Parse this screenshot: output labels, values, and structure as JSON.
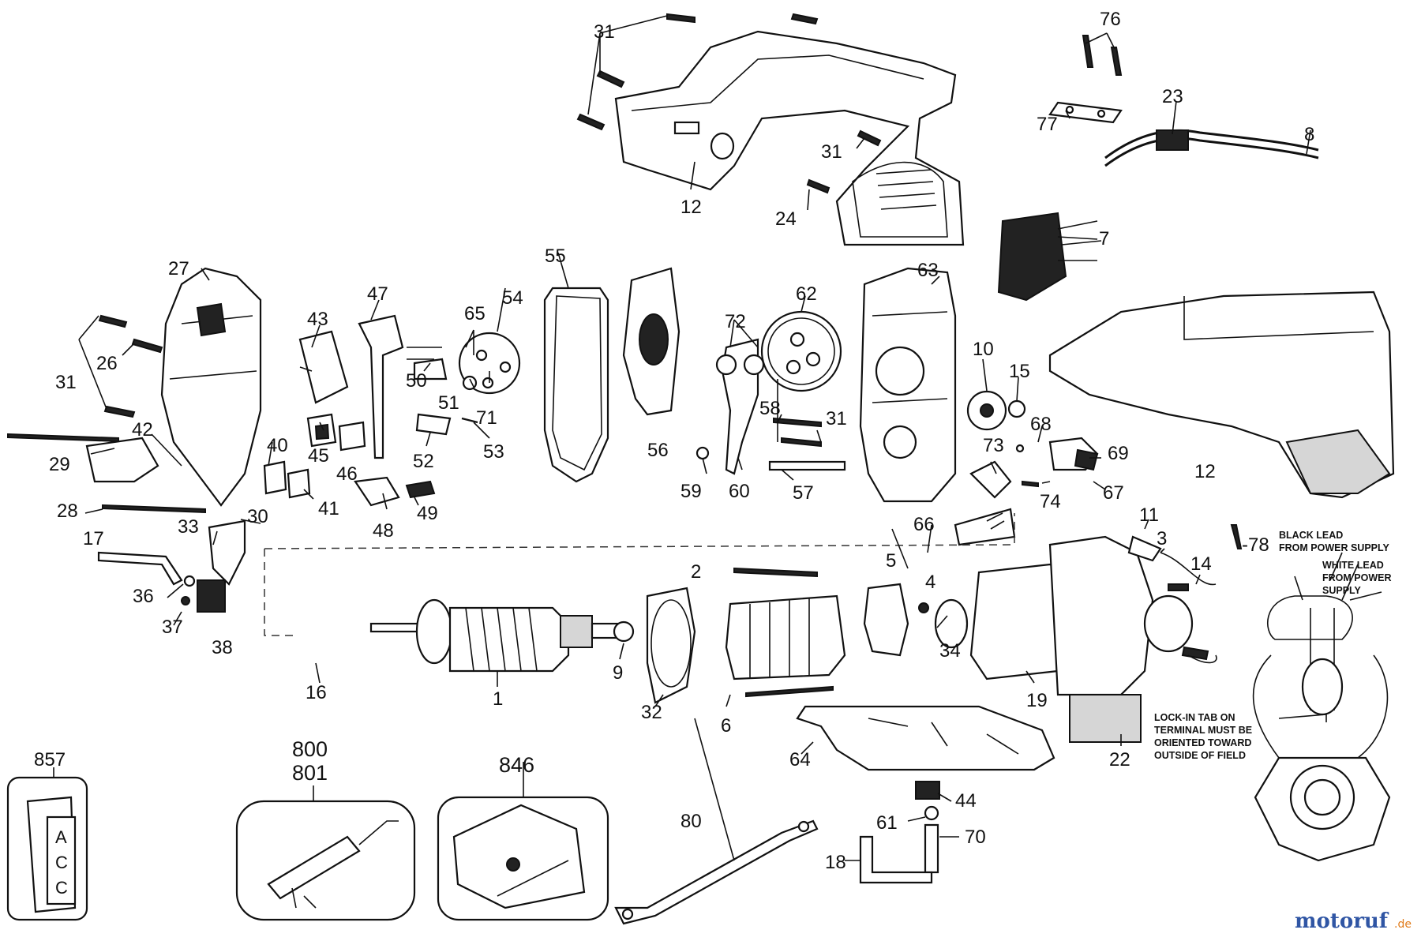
{
  "labels": {
    "l1": "1",
    "l2": "2",
    "l3": "3",
    "l4": "4",
    "l5": "5",
    "l6": "6",
    "l7": "7",
    "l8": "8",
    "l9": "9",
    "l10": "10",
    "l11": "11",
    "l12a": "12",
    "l12b": "12",
    "l14": "14",
    "l15": "15",
    "l16": "16",
    "l17": "17",
    "l18": "18",
    "l19": "19",
    "l22": "22",
    "l23": "23",
    "l24": "24",
    "l26": "26",
    "l27": "27",
    "l28": "28",
    "l29": "29",
    "l30": "30",
    "l31a": "31",
    "l31b": "31",
    "l31c": "31",
    "l31d": "31",
    "l32": "32",
    "l33": "33",
    "l34": "34",
    "l36": "36",
    "l37": "37",
    "l38": "38",
    "l40": "40",
    "l41": "41",
    "l42": "42",
    "l43": "43",
    "l44": "44",
    "l45": "45",
    "l46": "46",
    "l47": "47",
    "l48": "48",
    "l49": "49",
    "l50": "50",
    "l51": "51",
    "l52": "52",
    "l53": "53",
    "l54": "54",
    "l55": "55",
    "l56": "56",
    "l57": "57",
    "l58": "58",
    "l59": "59",
    "l60": "60",
    "l61": "61",
    "l62": "62",
    "l63": "63",
    "l64": "64",
    "l65": "65",
    "l66": "66",
    "l67": "67",
    "l68": "68",
    "l69": "69",
    "l70": "70",
    "l71": "71",
    "l72": "72",
    "l73": "73",
    "l74": "74",
    "l76": "76",
    "l77": "77",
    "l78": "-78",
    "l80": "80",
    "l800": "800",
    "l801": "801",
    "l846": "846",
    "l857": "857"
  },
  "notes": {
    "black_lead": [
      "BLACK LEAD",
      "FROM POWER SUPPLY"
    ],
    "white_lead": [
      "WHITE LEAD",
      "FROM POWER",
      "SUPPLY"
    ],
    "lock_tab": [
      "LOCK-IN TAB ON",
      "TERMINAL MUST BE",
      "ORIENTED TOWARD",
      "OUTSIDE OF FIELD"
    ]
  },
  "kit_label": [
    "A",
    "C",
    "C"
  ],
  "watermark": {
    "brand": "motoruf",
    "suffix": ".de"
  },
  "colors": {
    "ink": "#111111",
    "brand_blue": "#2f55a4",
    "brand_orange": "#e07b1a"
  }
}
